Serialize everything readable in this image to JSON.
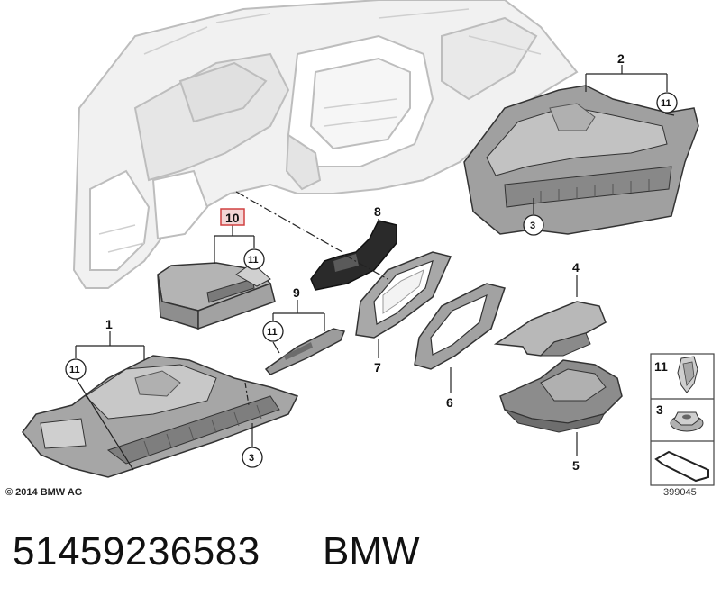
{
  "callouts": {
    "c1": "1",
    "c2": "2",
    "c3": "3",
    "c4": "4",
    "c5": "5",
    "c6": "6",
    "c7": "7",
    "c8": "8",
    "c9": "9",
    "c10": "10",
    "c11": "11"
  },
  "legend": {
    "item11": "11",
    "item3": "3"
  },
  "footer": {
    "copyright": "© 2014 BMW AG",
    "drawing_number": "399045",
    "part_number": "51459236583",
    "brand": "BMW"
  },
  "colors": {
    "highlight": "#d04040",
    "part_fill": "#9a9a9a",
    "dash_fill": "#eeeeee",
    "line": "#333333"
  }
}
